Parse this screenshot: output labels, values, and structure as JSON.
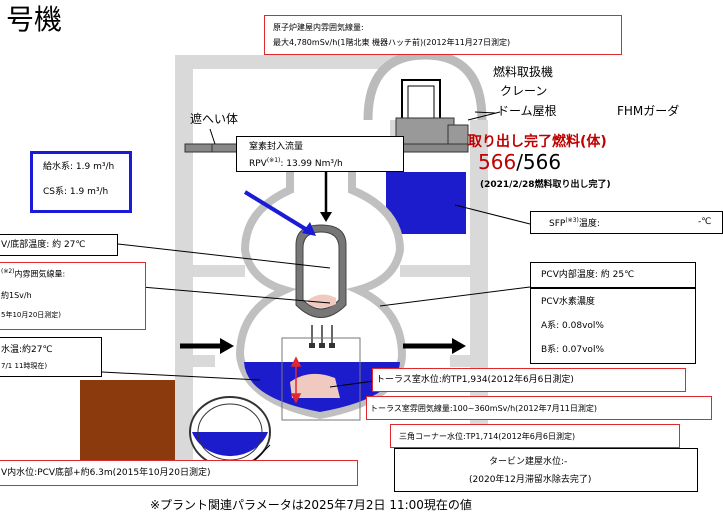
{
  "title": "号機",
  "footnote": "※プラント関連パラメータは2025年7月2日 11:00現在の値",
  "reactor_building_dose": {
    "line1": "原子炉建屋内雰囲気線量:",
    "line2": "最大4,780mSv/h(1階北東  機器ハッチ前)(2012年11月27日測定)"
  },
  "equipment_labels": {
    "fuel_handling_crane_1": "燃料取扱機",
    "fuel_handling_crane_2": "クレーン",
    "dome_roof": "ドーム屋根",
    "fhm_girder": "FHMガーダ",
    "shield": "遮へい体"
  },
  "fuel_removal": {
    "title": "取り出し完了燃料(体)",
    "removed": "566",
    "slash_total": "/566",
    "note": "(2021/2/28燃料取り出し完了)"
  },
  "injection": {
    "feedwater": "給水系: 1.9  m³/h",
    "cs": "CS系: 1.9  m³/h"
  },
  "nitrogen": {
    "title": "窒素封入流量",
    "rpv_prefix": "RPV",
    "rpv_sup": "(※1)",
    "rpv_value": ": 13.99 Nm³/h"
  },
  "sfp": {
    "prefix": "SFP",
    "sup": "(※3)",
    "label": "温度:",
    "value": "-℃"
  },
  "rpv_bottom_temp": "V/底部温度: 約 27℃",
  "atmos_dose": {
    "sup": "(※2)",
    "line1": "内雰囲気線量:",
    "line2": "約1Sv/h",
    "line3": "5年10月20日測定)"
  },
  "water_temp": {
    "line1": "水温:約27℃",
    "line2": "7/1 11時現在)"
  },
  "pcv": {
    "temp": "PCV内部温度: 約 25℃",
    "h2_title": "PCV水素濃度",
    "h2_a": "A系:  0.08vol%",
    "h2_b": "B系:  0.07vol%"
  },
  "torus": {
    "water_level": "トーラス室水位:約TP1,934(2012年6月6日測定)",
    "dose": "トーラス室雰囲気線量:100~360mSv/h(2012年7月11日測定)",
    "triangle_corner": "三角コーナー水位:TP1,714(2012年6月6日測定)"
  },
  "turbine": {
    "line1": "タービン建屋水位:-",
    "line2": "(2020年12月滞留水除去完了)"
  },
  "pcv_water_level": "V内水位:PCV底部+約6.3m(2015年10月20日測定)",
  "colors": {
    "red": "#e0292e",
    "blue": "#1a1ad9",
    "water": "#1c1ccc",
    "brown": "#8b3a0e",
    "gray": "#c8c8c8"
  }
}
